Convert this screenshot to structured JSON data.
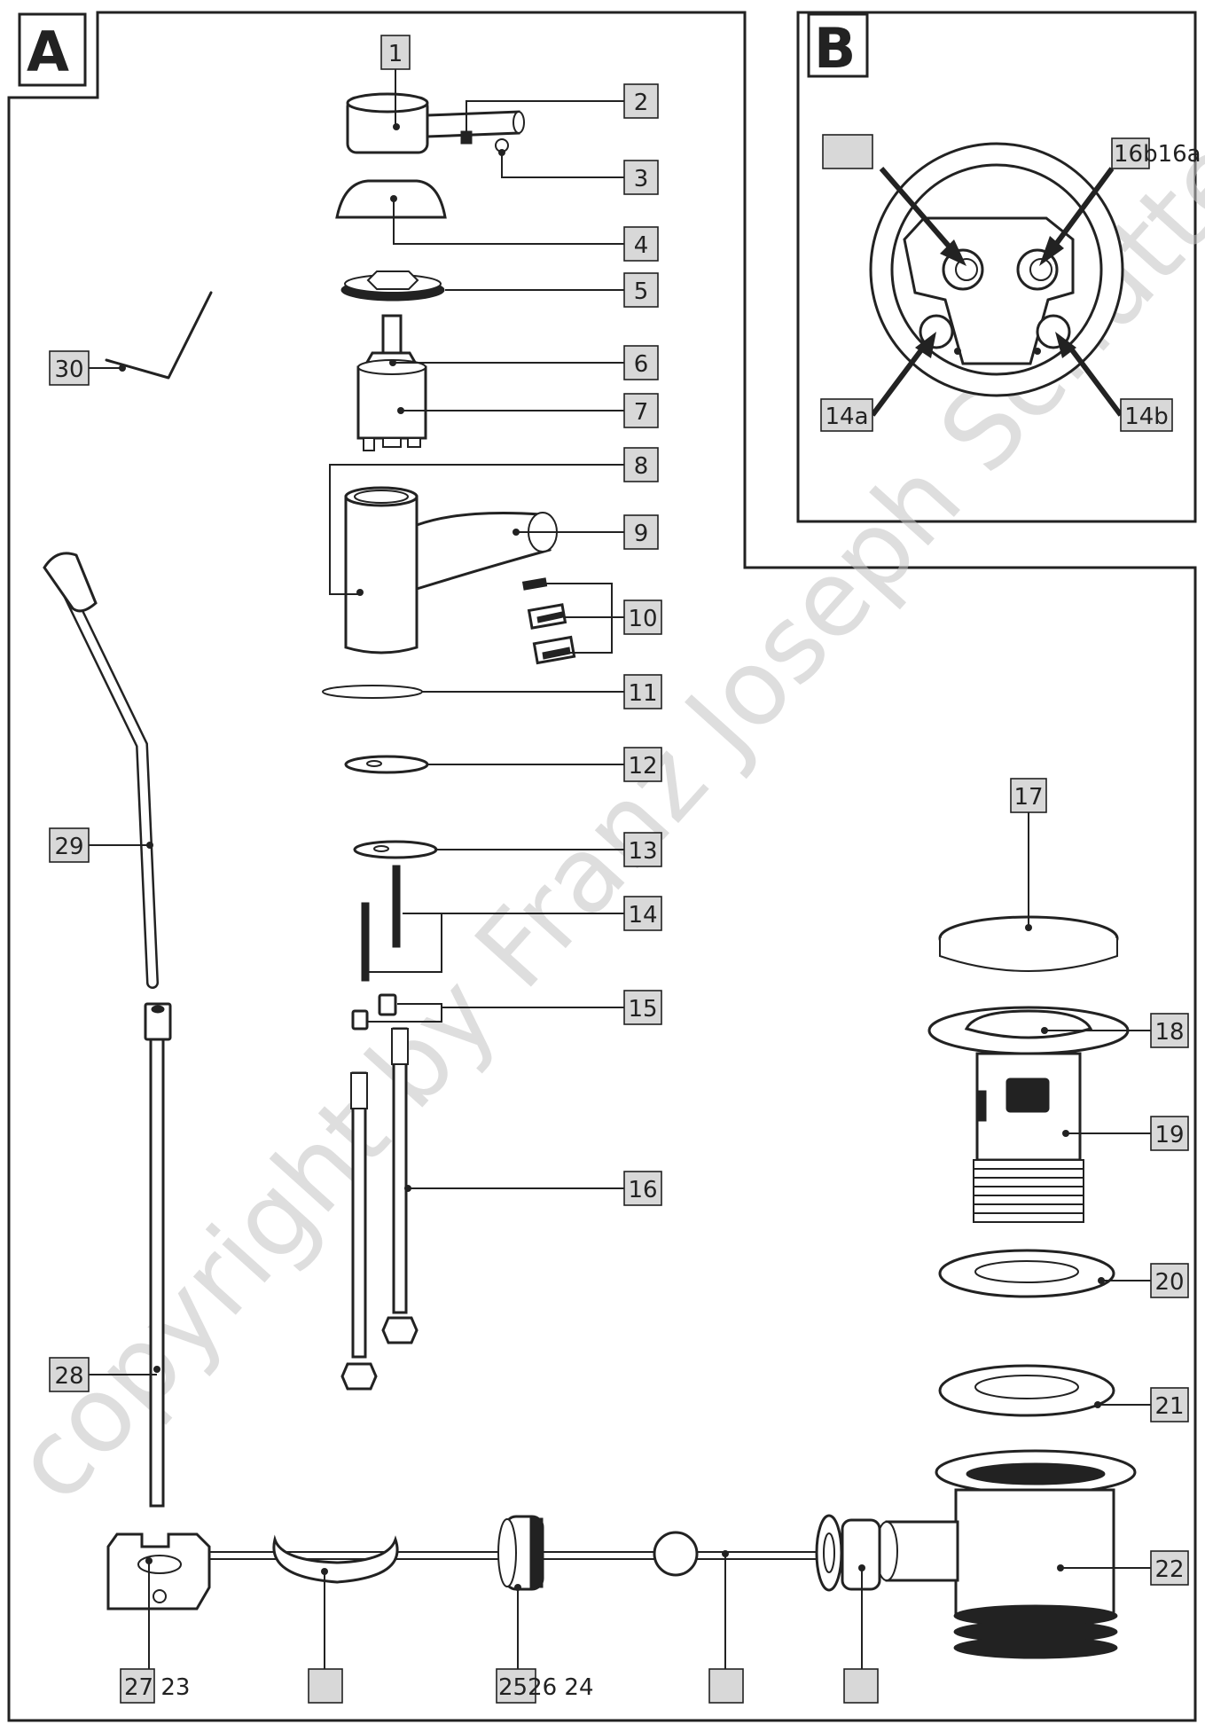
{
  "panel_a": {
    "label": "A"
  },
  "panel_b": {
    "label": "B"
  },
  "watermark": "copyright by Franz Joseph Schütte GmbH",
  "parts": {
    "p1": "1",
    "p2": "2",
    "p3": "3",
    "p4": "4",
    "p5": "5",
    "p6": "6",
    "p7": "7",
    "p8": "8",
    "p9": "9",
    "p10": "10",
    "p11": "11",
    "p12": "12",
    "p13": "13",
    "p14": "14",
    "p15": "15",
    "p16": "16",
    "p17": "17",
    "p18": "18",
    "p19": "19",
    "p20": "20",
    "p21": "21",
    "p22": "22",
    "p28": "28",
    "p29": "29",
    "p30": "30"
  },
  "cartridge_labels": {
    "top_left": "",
    "top_right": "16b16a",
    "bottom_left": "14a",
    "bottom_right": "14b"
  },
  "bottom_labels": {
    "b1": "27 23",
    "b2": "",
    "b3": "2526 24",
    "b4": "",
    "b5": ""
  }
}
